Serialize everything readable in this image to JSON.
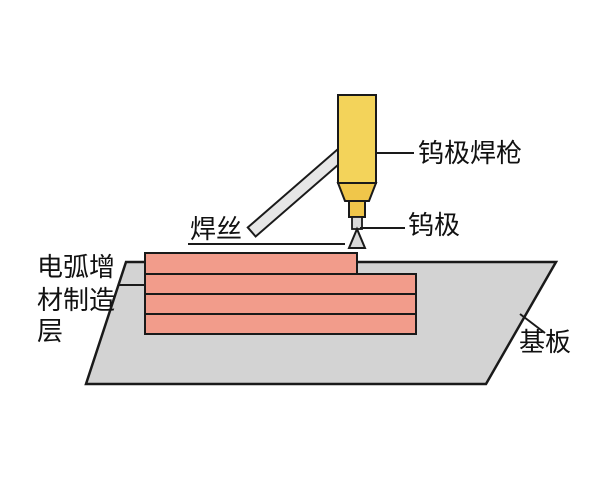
{
  "labels": {
    "torch": "钨极焊枪",
    "electrode": "钨极",
    "wire": "焊丝",
    "layer_line1": "电弧增",
    "layer_line2": "材制造",
    "layer_line3": "层",
    "substrate": "基板"
  },
  "colors": {
    "torch_body": "#f3d35a",
    "torch_collet": "#f0c64a",
    "electrode_tip": "#d9d9d9",
    "wire_fill": "#e6e6e6",
    "deposit_layer": "#f29c8b",
    "substrate": "#d3d3d3",
    "outline": "#1a1a1a"
  }
}
